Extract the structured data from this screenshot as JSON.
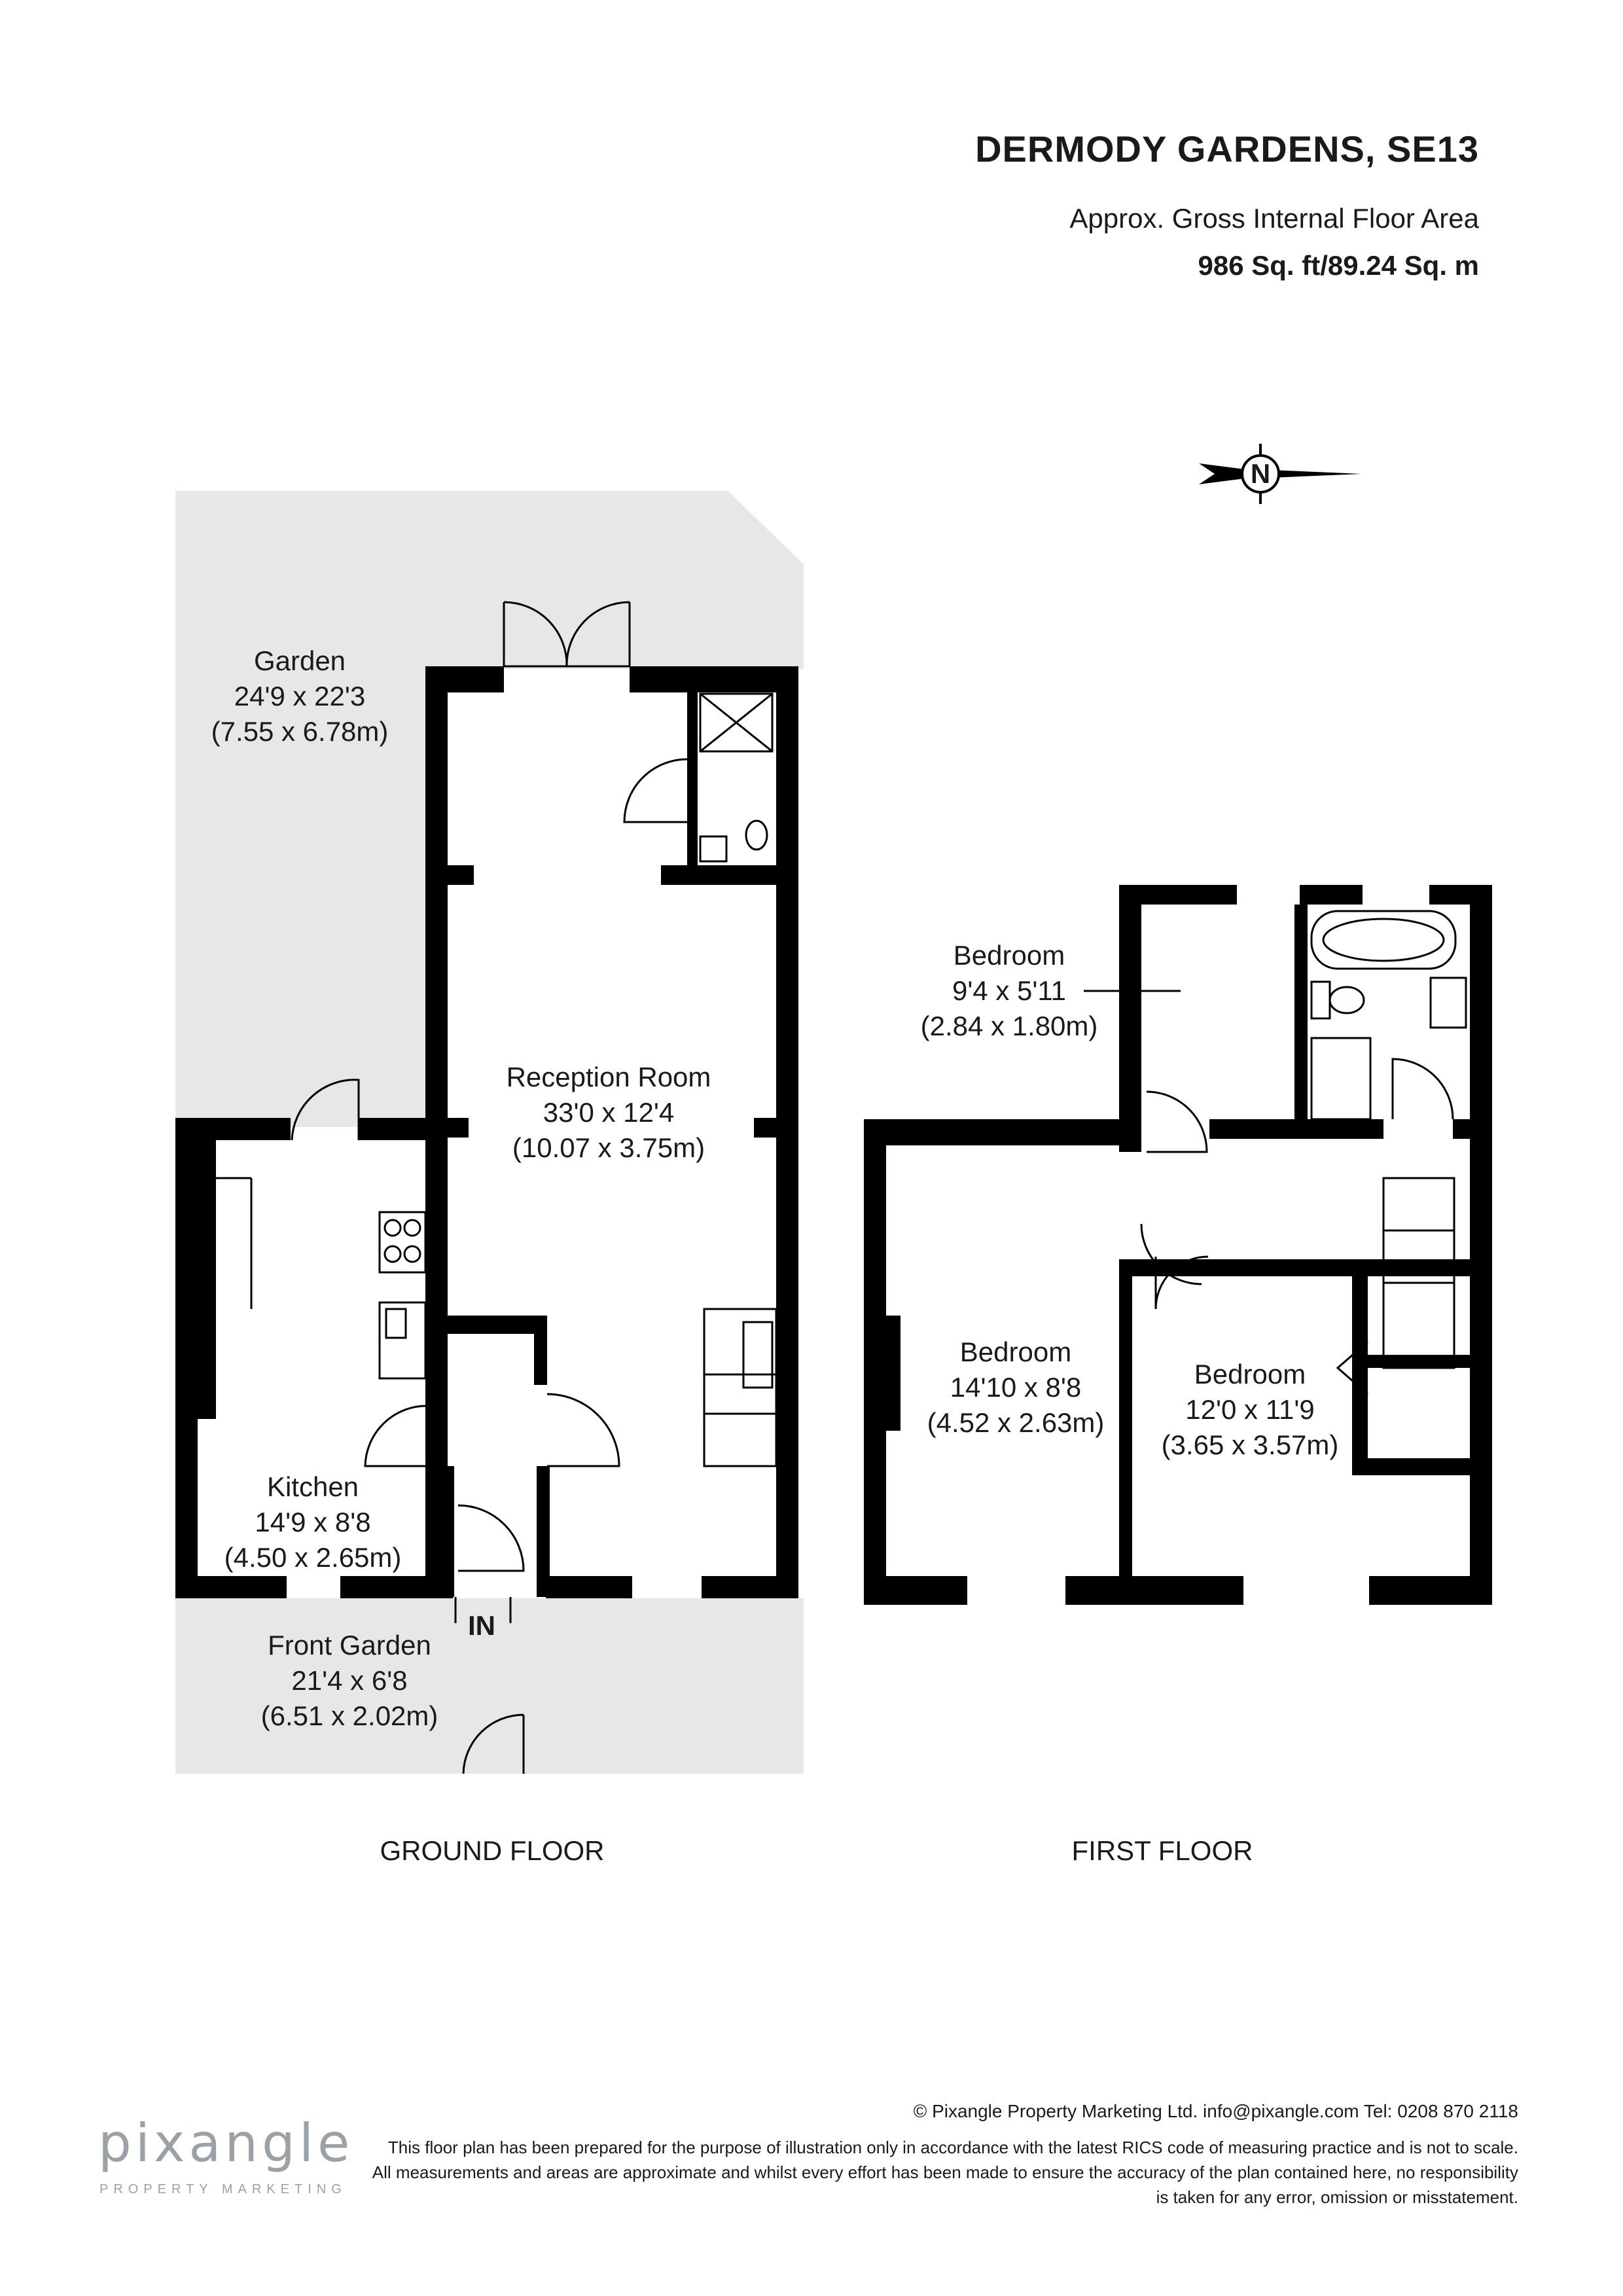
{
  "header": {
    "title": "DERMODY GARDENS, SE13",
    "area_label": "Approx. Gross Internal Floor Area",
    "area_value": "986 Sq. ft/89.24 Sq. m"
  },
  "compass": {
    "label": "N"
  },
  "ground_floor": {
    "label": "GROUND FLOOR",
    "entrance_label": "IN",
    "rooms": {
      "garden": {
        "name": "Garden",
        "imperial": "24'9 x 22'3",
        "metric": "(7.55 x 6.78m)"
      },
      "reception": {
        "name": "Reception Room",
        "imperial": "33'0 x 12'4",
        "metric": "(10.07 x 3.75m)"
      },
      "kitchen": {
        "name": "Kitchen",
        "imperial": "14'9 x 8'8",
        "metric": "(4.50 x 2.65m)"
      },
      "front_garden": {
        "name": "Front Garden",
        "imperial": "21'4 x 6'8",
        "metric": "(6.51 x 2.02m)"
      }
    }
  },
  "first_floor": {
    "label": "FIRST FLOOR",
    "rooms": {
      "bedroom_small": {
        "name": "Bedroom",
        "imperial": "9'4 x 5'11",
        "metric": "(2.84 x 1.80m)"
      },
      "bedroom_front": {
        "name": "Bedroom",
        "imperial": "14'10 x 8'8",
        "metric": "(4.52 x 2.63m)"
      },
      "bedroom_rear": {
        "name": "Bedroom",
        "imperial": "12'0 x 11'9",
        "metric": "(3.65 x 3.57m)"
      }
    }
  },
  "footer": {
    "copyright": "© Pixangle Property Marketing Ltd. info@pixangle.com Tel: 0208 870 2118",
    "disclaimer": "This floor plan has been prepared for the purpose of illustration only in accordance with the latest RICS code of measuring practice and is not to scale. All measurements and areas are approximate and whilst every effort has been made to ensure the accuracy of the plan contained here, no responsibility is taken for any error, omission or misstatement.",
    "brand": "pixangle",
    "brand_sub": "PROPERTY MARKETING"
  },
  "colors": {
    "wall": "#000000",
    "garden": "#e6e7e8",
    "text": "#1a1a1a",
    "brand": "#9aa2a8"
  }
}
